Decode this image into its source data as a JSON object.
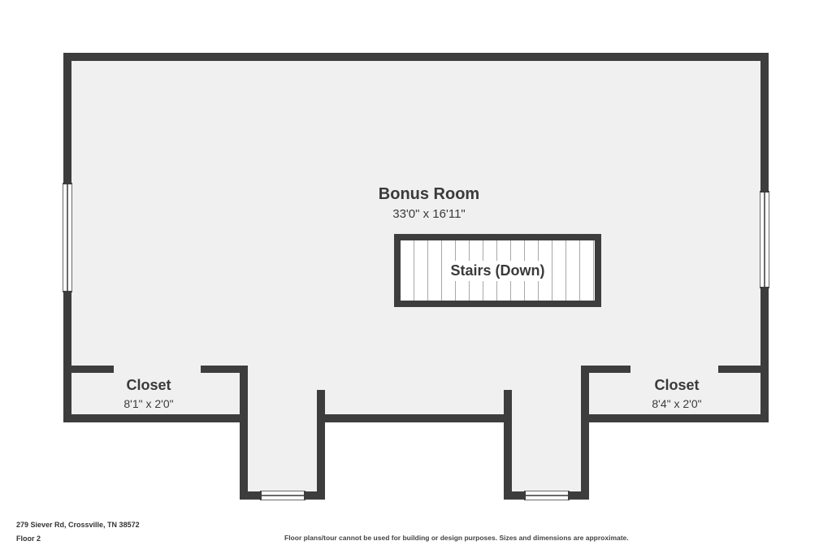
{
  "plan": {
    "bonus_room": {
      "name": "Bonus Room",
      "dims": "33'0\" x 16'11\""
    },
    "stairs": {
      "label": "Stairs (Down)"
    },
    "closet_left": {
      "name": "Closet",
      "dims": "8'1\" x 2'0\""
    },
    "closet_right": {
      "name": "Closet",
      "dims": "8'4\" x 2'0\""
    }
  },
  "footer": {
    "address": "279 Siever Rd, Crossville, TN 38572",
    "floor": "Floor 2",
    "disclaimer": "Floor plans/tour cannot be used for building or design purposes. Sizes and dimensions are approximate."
  },
  "colors": {
    "wall": "#3d3d3d",
    "floor": "#f0f0f0"
  }
}
